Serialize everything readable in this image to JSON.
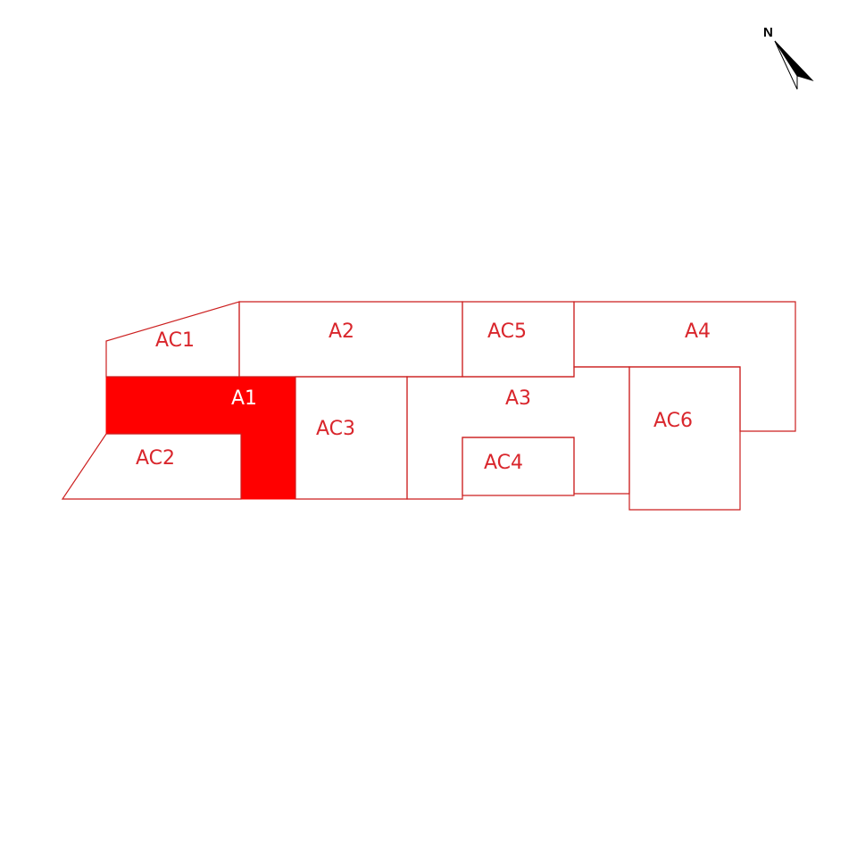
{
  "map": {
    "colors": {
      "outline": "#cc1f1f",
      "label": "#d9262c",
      "selected_fill": "#ff0000",
      "selected_label": "#ffffff",
      "background": "#ffffff"
    },
    "selected_zone": "A1",
    "zones": [
      {
        "id": "AC1",
        "label": "AC1"
      },
      {
        "id": "A2",
        "label": "A2"
      },
      {
        "id": "AC5",
        "label": "AC5"
      },
      {
        "id": "A4",
        "label": "A4"
      },
      {
        "id": "A1",
        "label": "A1"
      },
      {
        "id": "AC3",
        "label": "AC3"
      },
      {
        "id": "A3",
        "label": "A3"
      },
      {
        "id": "AC6",
        "label": "AC6"
      },
      {
        "id": "AC2",
        "label": "AC2"
      },
      {
        "id": "AC4",
        "label": "AC4"
      }
    ]
  },
  "north_arrow": {
    "label": "N",
    "icon": "north-arrow-icon"
  }
}
